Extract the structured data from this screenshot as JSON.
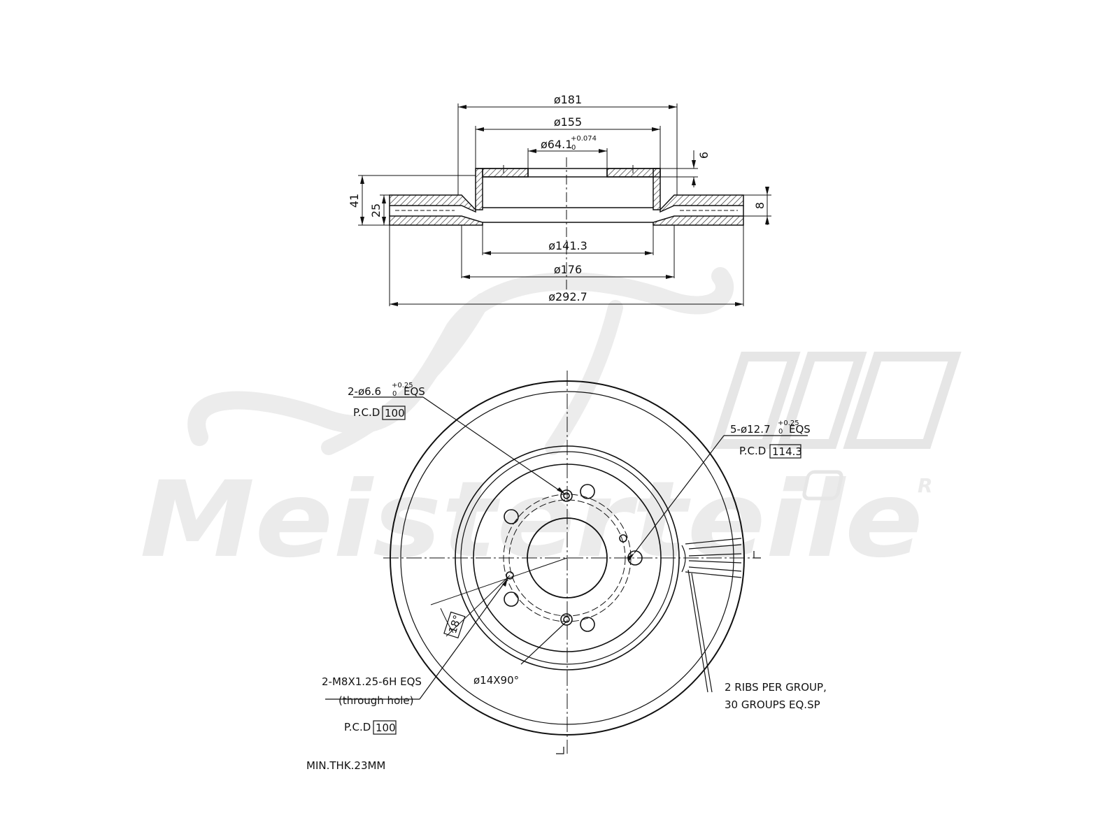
{
  "watermark": {
    "script_text": "A.T.",
    "brand_text": "Meisterteile",
    "registered_mark": "R"
  },
  "side_view": {
    "dims": {
      "d181": "ø181",
      "d155": "ø155",
      "d64": "ø64.1",
      "d64_tol_upper": "+0.074",
      "d64_tol_lower": "0",
      "h6": "6",
      "h41": "41",
      "h25": "25",
      "h8": "8",
      "d141": "ø141.3",
      "d176": "ø176",
      "d292": "ø292.7"
    }
  },
  "front_view": {
    "holes_small": {
      "text_pre": "2-ø6.6",
      "tol_upper": "+0.25",
      "tol_lower": "0",
      "text_post": "EQS",
      "pcd_label": "P.C.D",
      "pcd_value": "100"
    },
    "holes_large": {
      "text_pre": "5-ø12.7",
      "tol_upper": "+0.25",
      "tol_lower": "0",
      "text_post": "EQS",
      "pcd_label": "P.C.D",
      "pcd_value": "114.3"
    },
    "angle": "18°",
    "thread": {
      "line1": "2-M8X1.25-6H EQS",
      "line2": "(through hole)",
      "pcd_label": "P.C.D",
      "pcd_value": "100"
    },
    "chamfer": "ø14X90°",
    "ribs": {
      "line1": "2 RIBS PER GROUP,",
      "line2": "30 GROUPS EQ.SP"
    },
    "min_thickness": "MIN.THK.23MM"
  }
}
